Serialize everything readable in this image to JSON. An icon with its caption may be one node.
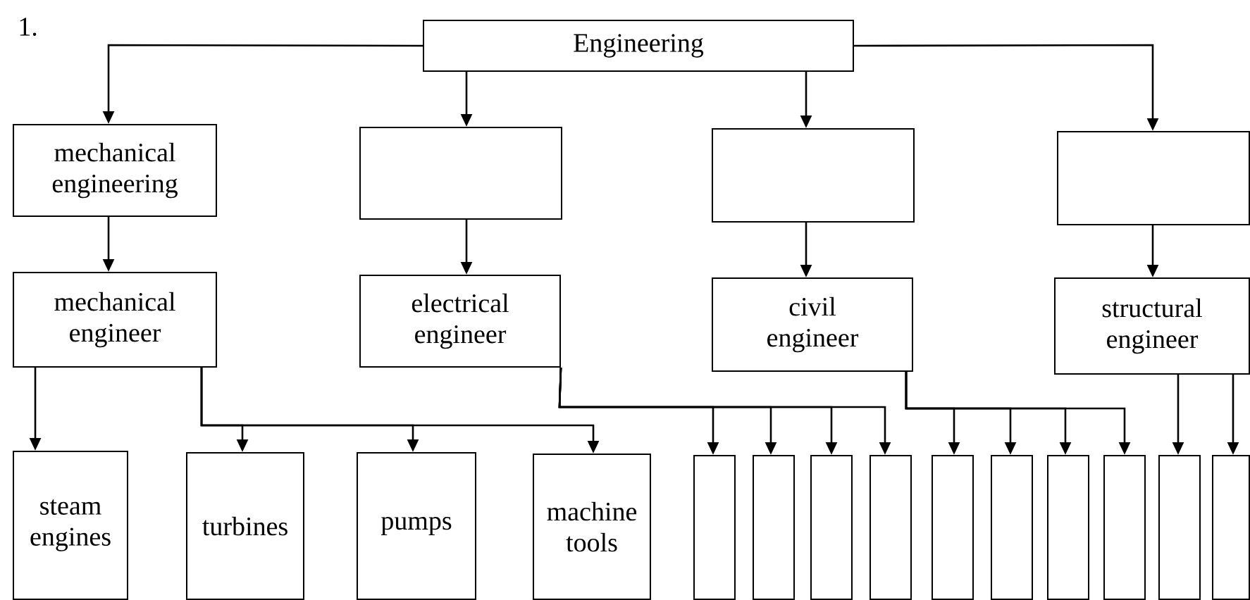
{
  "diagram": {
    "nodes": [
      {
        "text": [
          "Engineering"
        ]
      },
      {
        "text": [
          "mechanical engineering"
        ]
      },
      {
        "text": [],
        "shape": "box"
      },
      {
        "text": [],
        "shape": "box"
      },
      {
        "text": [],
        "shape": "box"
      },
      {
        "text": [
          "mechanical engineer"
        ]
      },
      {
        "text": [
          "electrical engineer"
        ]
      },
      {
        "text": [
          "civil engineer"
        ]
      },
      {
        "text": [
          "structural engineer"
        ]
      },
      {
        "text": [
          "steam engines"
        ]
      },
      {
        "text": [
          "turbines"
        ]
      },
      {
        "text": [
          "pumps"
        ]
      },
      {
        "text": [
          "machine tools"
        ]
      },
      {
        "text": [],
        "shape": "box"
      },
      {
        "text": [],
        "shape": "box"
      },
      {
        "text": [],
        "shape": "box"
      },
      {
        "text": [],
        "shape": "box"
      },
      {
        "text": [],
        "shape": "box"
      },
      {
        "text": [],
        "shape": "box"
      },
      {
        "text": [],
        "shape": "box"
      },
      {
        "text": [],
        "shape": "box"
      },
      {
        "text": [],
        "shape": "box"
      },
      {
        "text": [],
        "shape": "box"
      }
    ],
    "edges": [
      {
        "from": 0,
        "to": 1,
        "arrow": "to"
      },
      {
        "from": 0,
        "to": 2,
        "arrow": "to"
      },
      {
        "from": 0,
        "to": 3,
        "arrow": "to"
      },
      {
        "from": 0,
        "to": 4,
        "arrow": "to"
      },
      {
        "from": 1,
        "to": 5,
        "arrow": "to"
      },
      {
        "from": 2,
        "to": 6,
        "arrow": "to"
      },
      {
        "from": 3,
        "to": 7,
        "arrow": "to"
      },
      {
        "from": 4,
        "to": 8,
        "arrow": "to"
      },
      {
        "from": 5,
        "to": 9,
        "arrow": "to"
      },
      {
        "from": 5,
        "to": 10,
        "arrow": "to"
      },
      {
        "from": 5,
        "to": 11,
        "arrow": "to"
      },
      {
        "from": 5,
        "to": 12,
        "arrow": "to"
      },
      {
        "from": 6,
        "to": 13,
        "arrow": "to"
      },
      {
        "from": 6,
        "to": 14,
        "arrow": "to"
      },
      {
        "from": 6,
        "to": 15,
        "arrow": "to"
      },
      {
        "from": 6,
        "to": 16,
        "arrow": "to"
      },
      {
        "from": 7,
        "to": 17,
        "arrow": "to"
      },
      {
        "from": 7,
        "to": 18,
        "arrow": "to"
      },
      {
        "from": 7,
        "to": 19,
        "arrow": "to"
      },
      {
        "from": 7,
        "to": 20,
        "arrow": "to"
      },
      {
        "from": 8,
        "to": 21,
        "arrow": "to"
      },
      {
        "from": 8,
        "to": 22,
        "arrow": "to"
      }
    ],
    "labels": [
      "1."
    ]
  }
}
